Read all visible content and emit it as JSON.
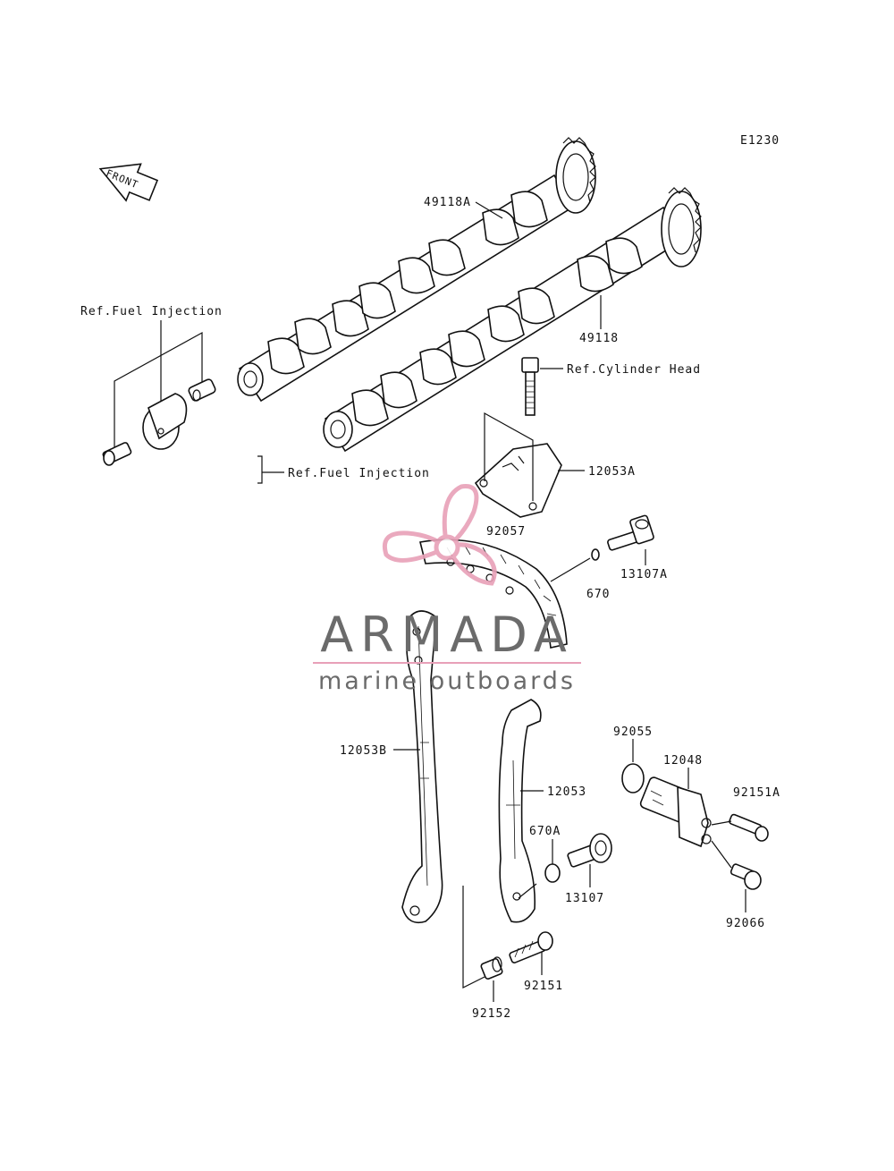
{
  "diagram_id": "E1230",
  "front_label": "FRONT",
  "references": {
    "fuel_injection_top": "Ref.Fuel Injection",
    "fuel_injection_mid": "Ref.Fuel Injection",
    "cylinder_head": "Ref.Cylinder Head"
  },
  "part_labels": {
    "p49118A": "49118A",
    "p49118": "49118",
    "p12053A": "12053A",
    "p92057": "92057",
    "p13107A": "13107A",
    "p670": "670",
    "p12053B": "12053B",
    "p12053": "12053",
    "p92055": "92055",
    "p12048": "12048",
    "p92151A": "92151A",
    "p670A": "670A",
    "p13107": "13107",
    "p92066": "92066",
    "p92151": "92151",
    "p92152": "92152"
  },
  "watermark": {
    "brand": "ARMADA",
    "tagline": "marine outboards",
    "logo_color": "#e8a0b8",
    "text_color": "#6b6b6b"
  }
}
